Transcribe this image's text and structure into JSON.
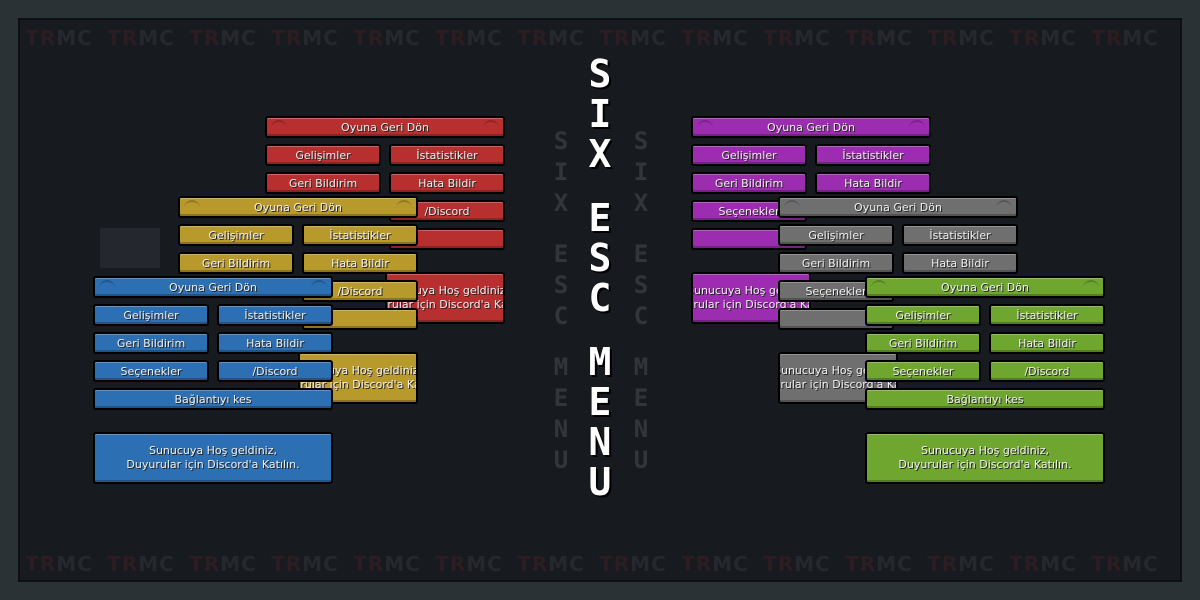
{
  "watermark": {
    "prefix": "TR",
    "suffix": "MC"
  },
  "title": {
    "word1": "SIX",
    "word2": "ESC",
    "word3": "MENU"
  },
  "menu": {
    "return": "Oyuna Geri Dön",
    "advancements": "Gelişimler",
    "statistics": "İstatistikler",
    "feedback": "Geri Bildirim",
    "report_bug": "Hata Bildir",
    "options": "Seçenekler",
    "discord": "/Discord",
    "disconnect": "Bağlantıyı kes",
    "welcome_line1": "Sunucuya Hoş geldiniz,",
    "welcome_line2": "Duyurular için Discord'a Katılın."
  },
  "colors": {
    "red": "#b82f2f",
    "yellow": "#b89a2c",
    "blue": "#2c6fb3",
    "purple": "#9c2cb0",
    "gray": "#6f6f6f",
    "green": "#6fa62f"
  }
}
